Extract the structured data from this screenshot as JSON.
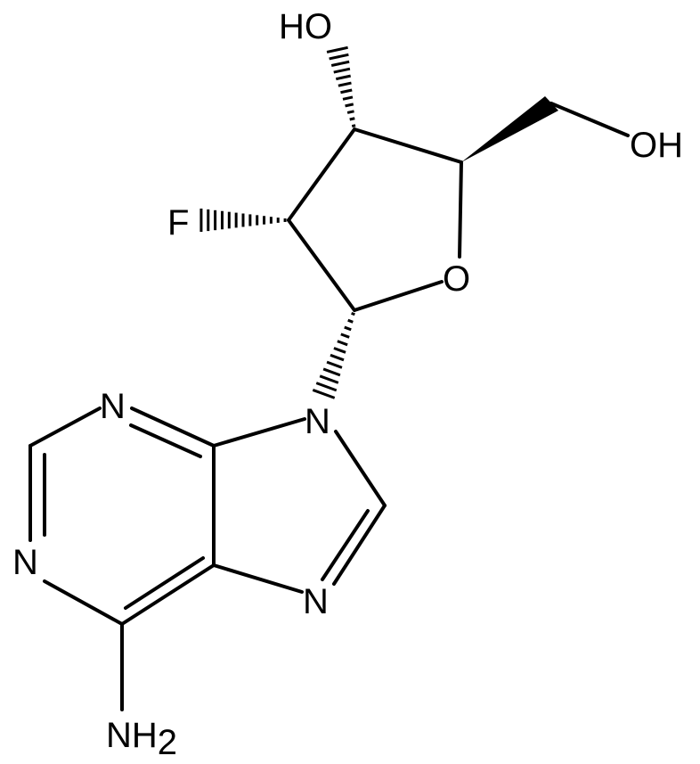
{
  "structure": {
    "labels": {
      "ho_top": "HO",
      "oh_right": "OH",
      "fluorine": "F",
      "ring_oxygen": "O",
      "n_top": "N",
      "n_left": "N",
      "n9": "N",
      "n7": "N",
      "nh2_main": "NH",
      "nh2_sub": "2"
    },
    "colors": {
      "ink": "#000000",
      "background": "#ffffff"
    }
  }
}
